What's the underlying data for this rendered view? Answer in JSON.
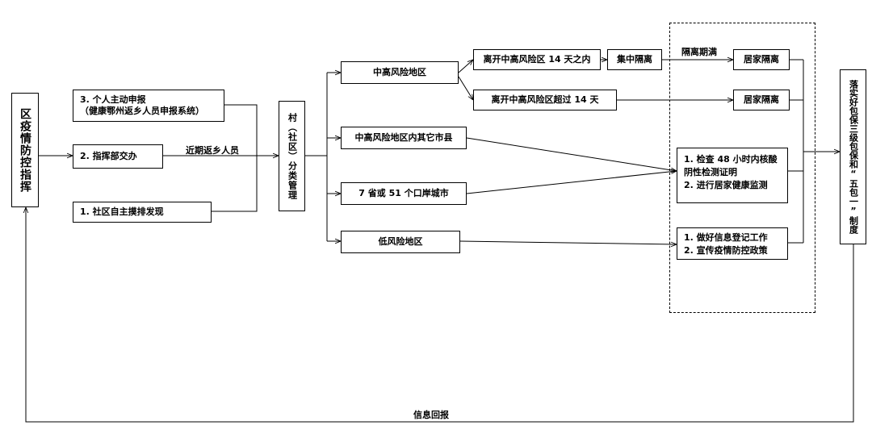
{
  "command": "区疫情防控指挥",
  "sources": {
    "personal_report_line1": "3. 个人主动申报",
    "personal_report_line2": "（健康鄂州返乡人员申报系统）",
    "hq_assign": "2. 指挥部交办",
    "community_check": "1. 社区自主摸排发现"
  },
  "label_returnees": "近期返乡人员",
  "village_mgmt": "村（社区）分类管理",
  "categories": {
    "mid_high_risk": "中高风险地区",
    "other_counties": "中高风险地区内其它市县",
    "port_cities": "7 省或 51 个口岸城市",
    "low_risk": "低风险地区"
  },
  "branches": {
    "within_14": "离开中高风险区 14 天之内",
    "over_14": "离开中高风险区超过 14 天",
    "central_isolation": "集中隔离",
    "period_full": "隔离期满",
    "home_isolation_1": "居家隔离",
    "home_isolation_2": "居家隔离"
  },
  "measures": {
    "test_line1": "1. 检查 48 小时内核酸",
    "test_line2": "阴性检测证明",
    "test_line3": "2. 进行居家健康监测",
    "info_line1": "1. 做好信息登记工作",
    "info_line2": "2. 宣传疫情防控政策"
  },
  "final_policy": "落实好包保三级包保和“五包一”制度",
  "feedback": "信息回报"
}
